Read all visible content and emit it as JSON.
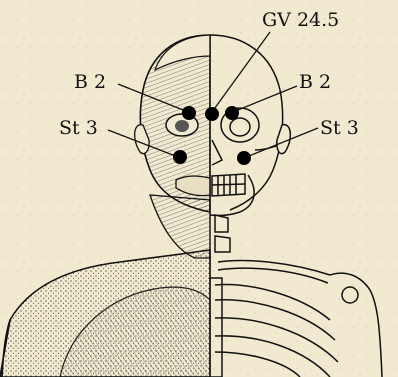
{
  "points": [
    {
      "id": "gv24-5",
      "label": "GV 24.5"
    },
    {
      "id": "b2-left",
      "label": "B 2"
    },
    {
      "id": "b2-right",
      "label": "B 2"
    },
    {
      "id": "st3-left",
      "label": "St 3"
    },
    {
      "id": "st3-right",
      "label": "St 3"
    }
  ],
  "colors": {
    "background": "#f1ead0",
    "ink": "#111111",
    "marker": "#000000"
  }
}
